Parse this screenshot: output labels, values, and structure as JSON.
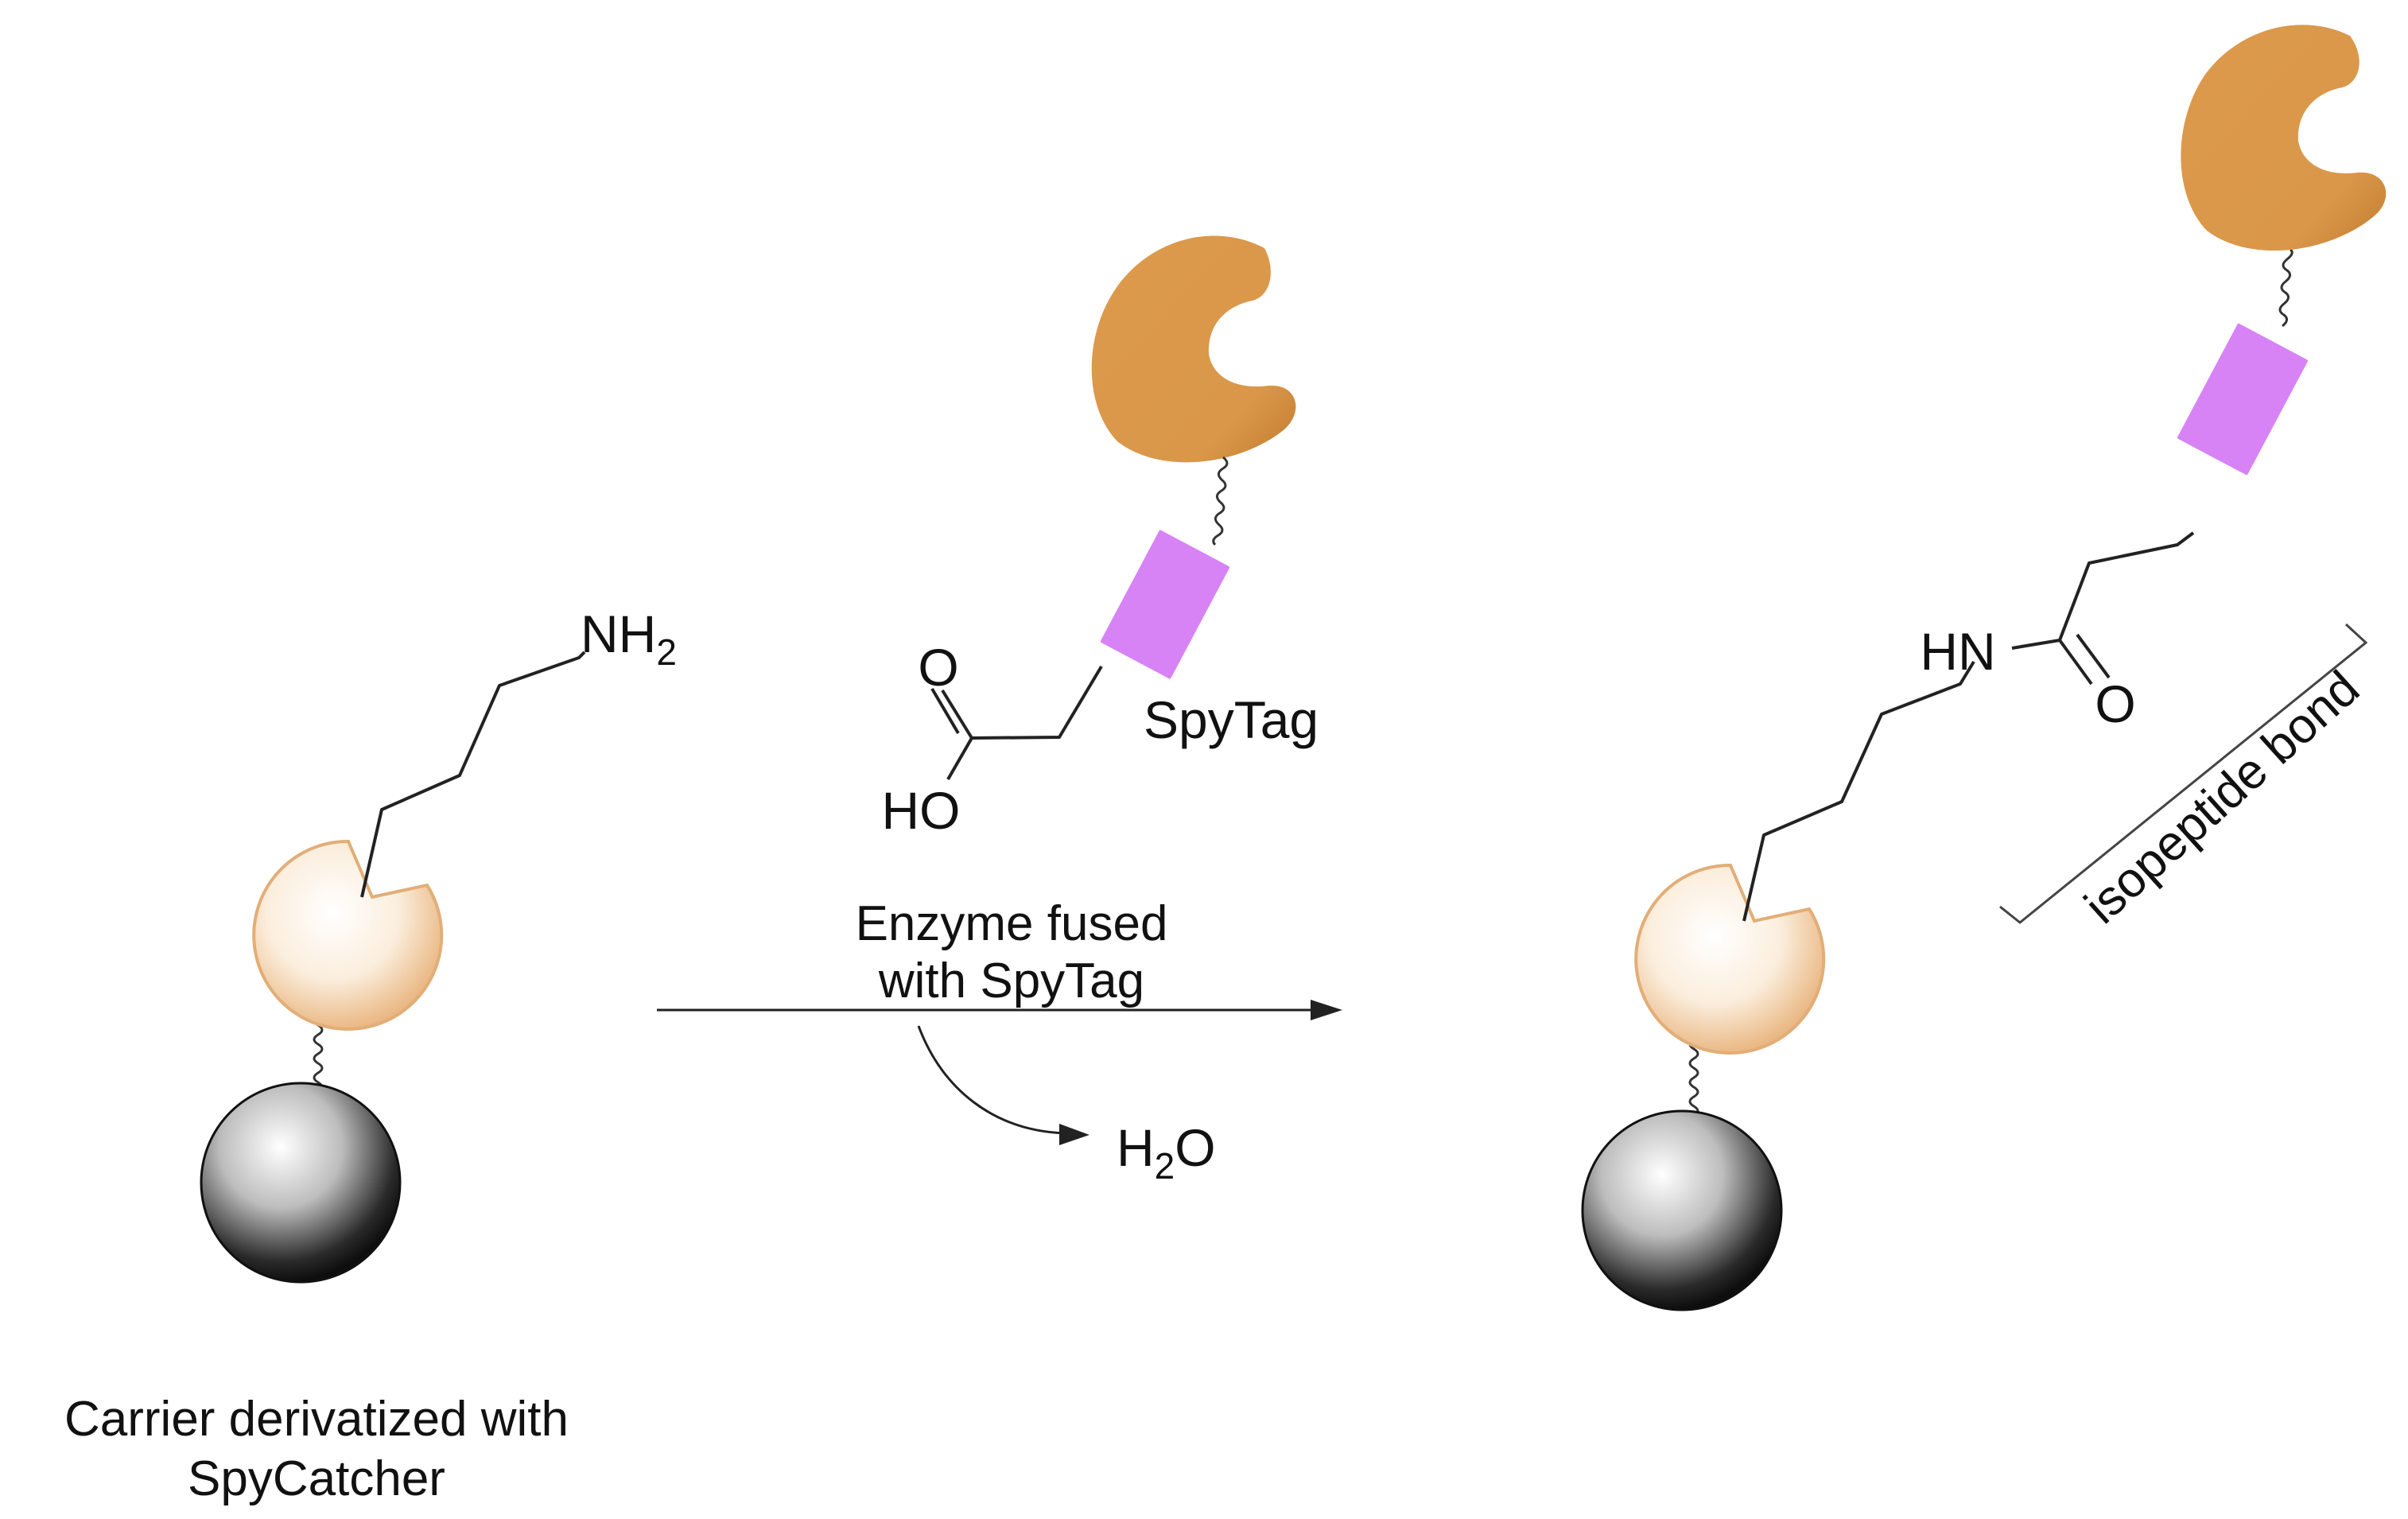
{
  "labels": {
    "nh2_main": "NH",
    "nh2_sub": "2",
    "carrier_line1": "Carrier derivatized with",
    "carrier_line2": "SpyCatcher",
    "o_atom": "O",
    "ho_group": "HO",
    "spytag": "SpyTag",
    "arrow_line1": "Enzyme fused",
    "arrow_line2": "with SpyTag",
    "water_h": "H",
    "water_sub": "2",
    "water_o": "O",
    "hn_group": "HN",
    "product_o_atom": "O",
    "isopeptide": "isopeptide bond"
  },
  "colors": {
    "enzyme": "#DC9A4C",
    "enzyme_dark": "#C98232",
    "spytag_block": "#D783F5",
    "spycatcher_light": "#FFF8EE",
    "spycatcher_edge": "#E6B37E",
    "carrier_light": "#FFFFFF",
    "carrier_dark": "#0E0E0E",
    "line": "#222222"
  }
}
